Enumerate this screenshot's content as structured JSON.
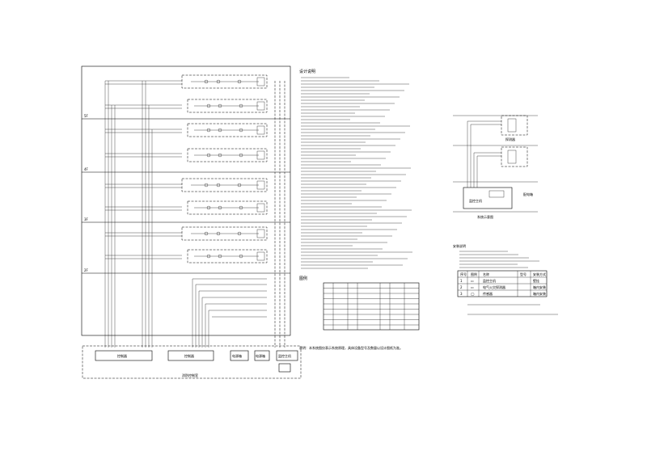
{
  "floor_labels": [
    "5F",
    "4F",
    "3F",
    "2F"
  ],
  "left_bottom_labels": {
    "controller_1": "控制器",
    "controller_2": "控制器",
    "box_3": "电源箱",
    "box_4": "电源箱",
    "monitor": "监控主机",
    "cabinet": "消防控制室"
  },
  "notes_heading": "设计说明",
  "legend_heading": "图例",
  "bottom_note": "说明：本系统图仅表示系统原理，具体设备型号及数量以设计图纸为准。",
  "right_labels": {
    "panel_caption": "系统示意图",
    "host": "监控主机",
    "detector": "探测器",
    "side_note": "配电箱"
  },
  "right_notes_heading": "安装说明",
  "right_table_header": [
    "序号",
    "图例",
    "名称",
    "型号",
    "安装方式"
  ],
  "right_table_rows": [
    [
      "1",
      "▭",
      "监控主机",
      "",
      "壁挂"
    ],
    [
      "2",
      "▭",
      "电气火灾探测器",
      "",
      "箱内安装"
    ],
    [
      "3",
      "◯",
      "传感器",
      "",
      "箱内安装"
    ]
  ]
}
